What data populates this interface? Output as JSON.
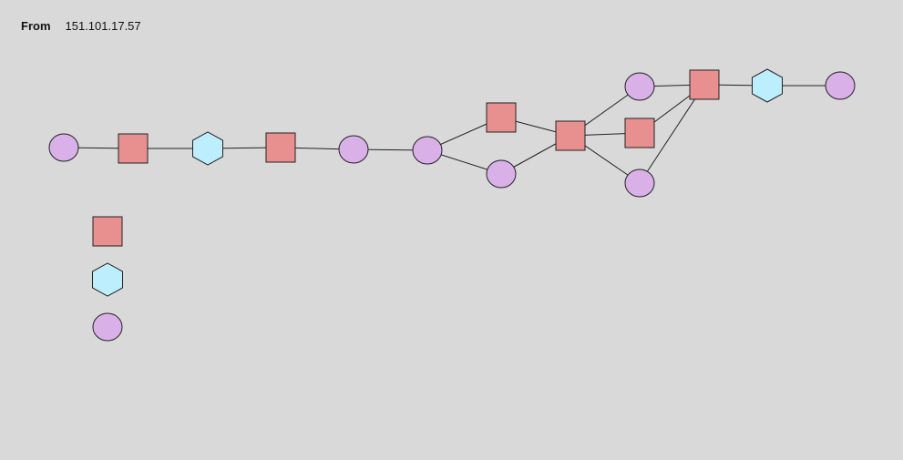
{
  "header": {
    "label": "From",
    "value": "151.101.17.57"
  },
  "colors": {
    "background": "#d9d9d9",
    "square": "#e89090",
    "hexagon": "#bdeefe",
    "circle": "#d9b0e8",
    "stroke": "#222222"
  },
  "node_types": [
    "square",
    "hexagon",
    "circle"
  ],
  "edges": [
    [
      "n1",
      "n2"
    ],
    [
      "n2",
      "n3"
    ],
    [
      "n3",
      "n4"
    ],
    [
      "n4",
      "n5"
    ],
    [
      "n5",
      "n6"
    ],
    [
      "n6",
      "n7"
    ],
    [
      "n6",
      "n8"
    ],
    [
      "n7",
      "n9"
    ],
    [
      "n8",
      "n9"
    ],
    [
      "n9",
      "n10"
    ],
    [
      "n9",
      "n11"
    ],
    [
      "n9",
      "n12"
    ],
    [
      "n10",
      "n13"
    ],
    [
      "n11",
      "n13"
    ],
    [
      "n12",
      "n13"
    ],
    [
      "n13",
      "n14"
    ],
    [
      "n14",
      "n15"
    ]
  ],
  "nodes": [
    {
      "id": "n1",
      "type": "circle"
    },
    {
      "id": "n2",
      "type": "square"
    },
    {
      "id": "n3",
      "type": "hexagon"
    },
    {
      "id": "n4",
      "type": "square"
    },
    {
      "id": "n5",
      "type": "circle"
    },
    {
      "id": "n6",
      "type": "circle"
    },
    {
      "id": "n7",
      "type": "square"
    },
    {
      "id": "n8",
      "type": "circle"
    },
    {
      "id": "n9",
      "type": "square"
    },
    {
      "id": "n10",
      "type": "circle"
    },
    {
      "id": "n11",
      "type": "square"
    },
    {
      "id": "n12",
      "type": "circle"
    },
    {
      "id": "n13",
      "type": "square"
    },
    {
      "id": "n14",
      "type": "hexagon"
    },
    {
      "id": "n15",
      "type": "circle"
    }
  ]
}
